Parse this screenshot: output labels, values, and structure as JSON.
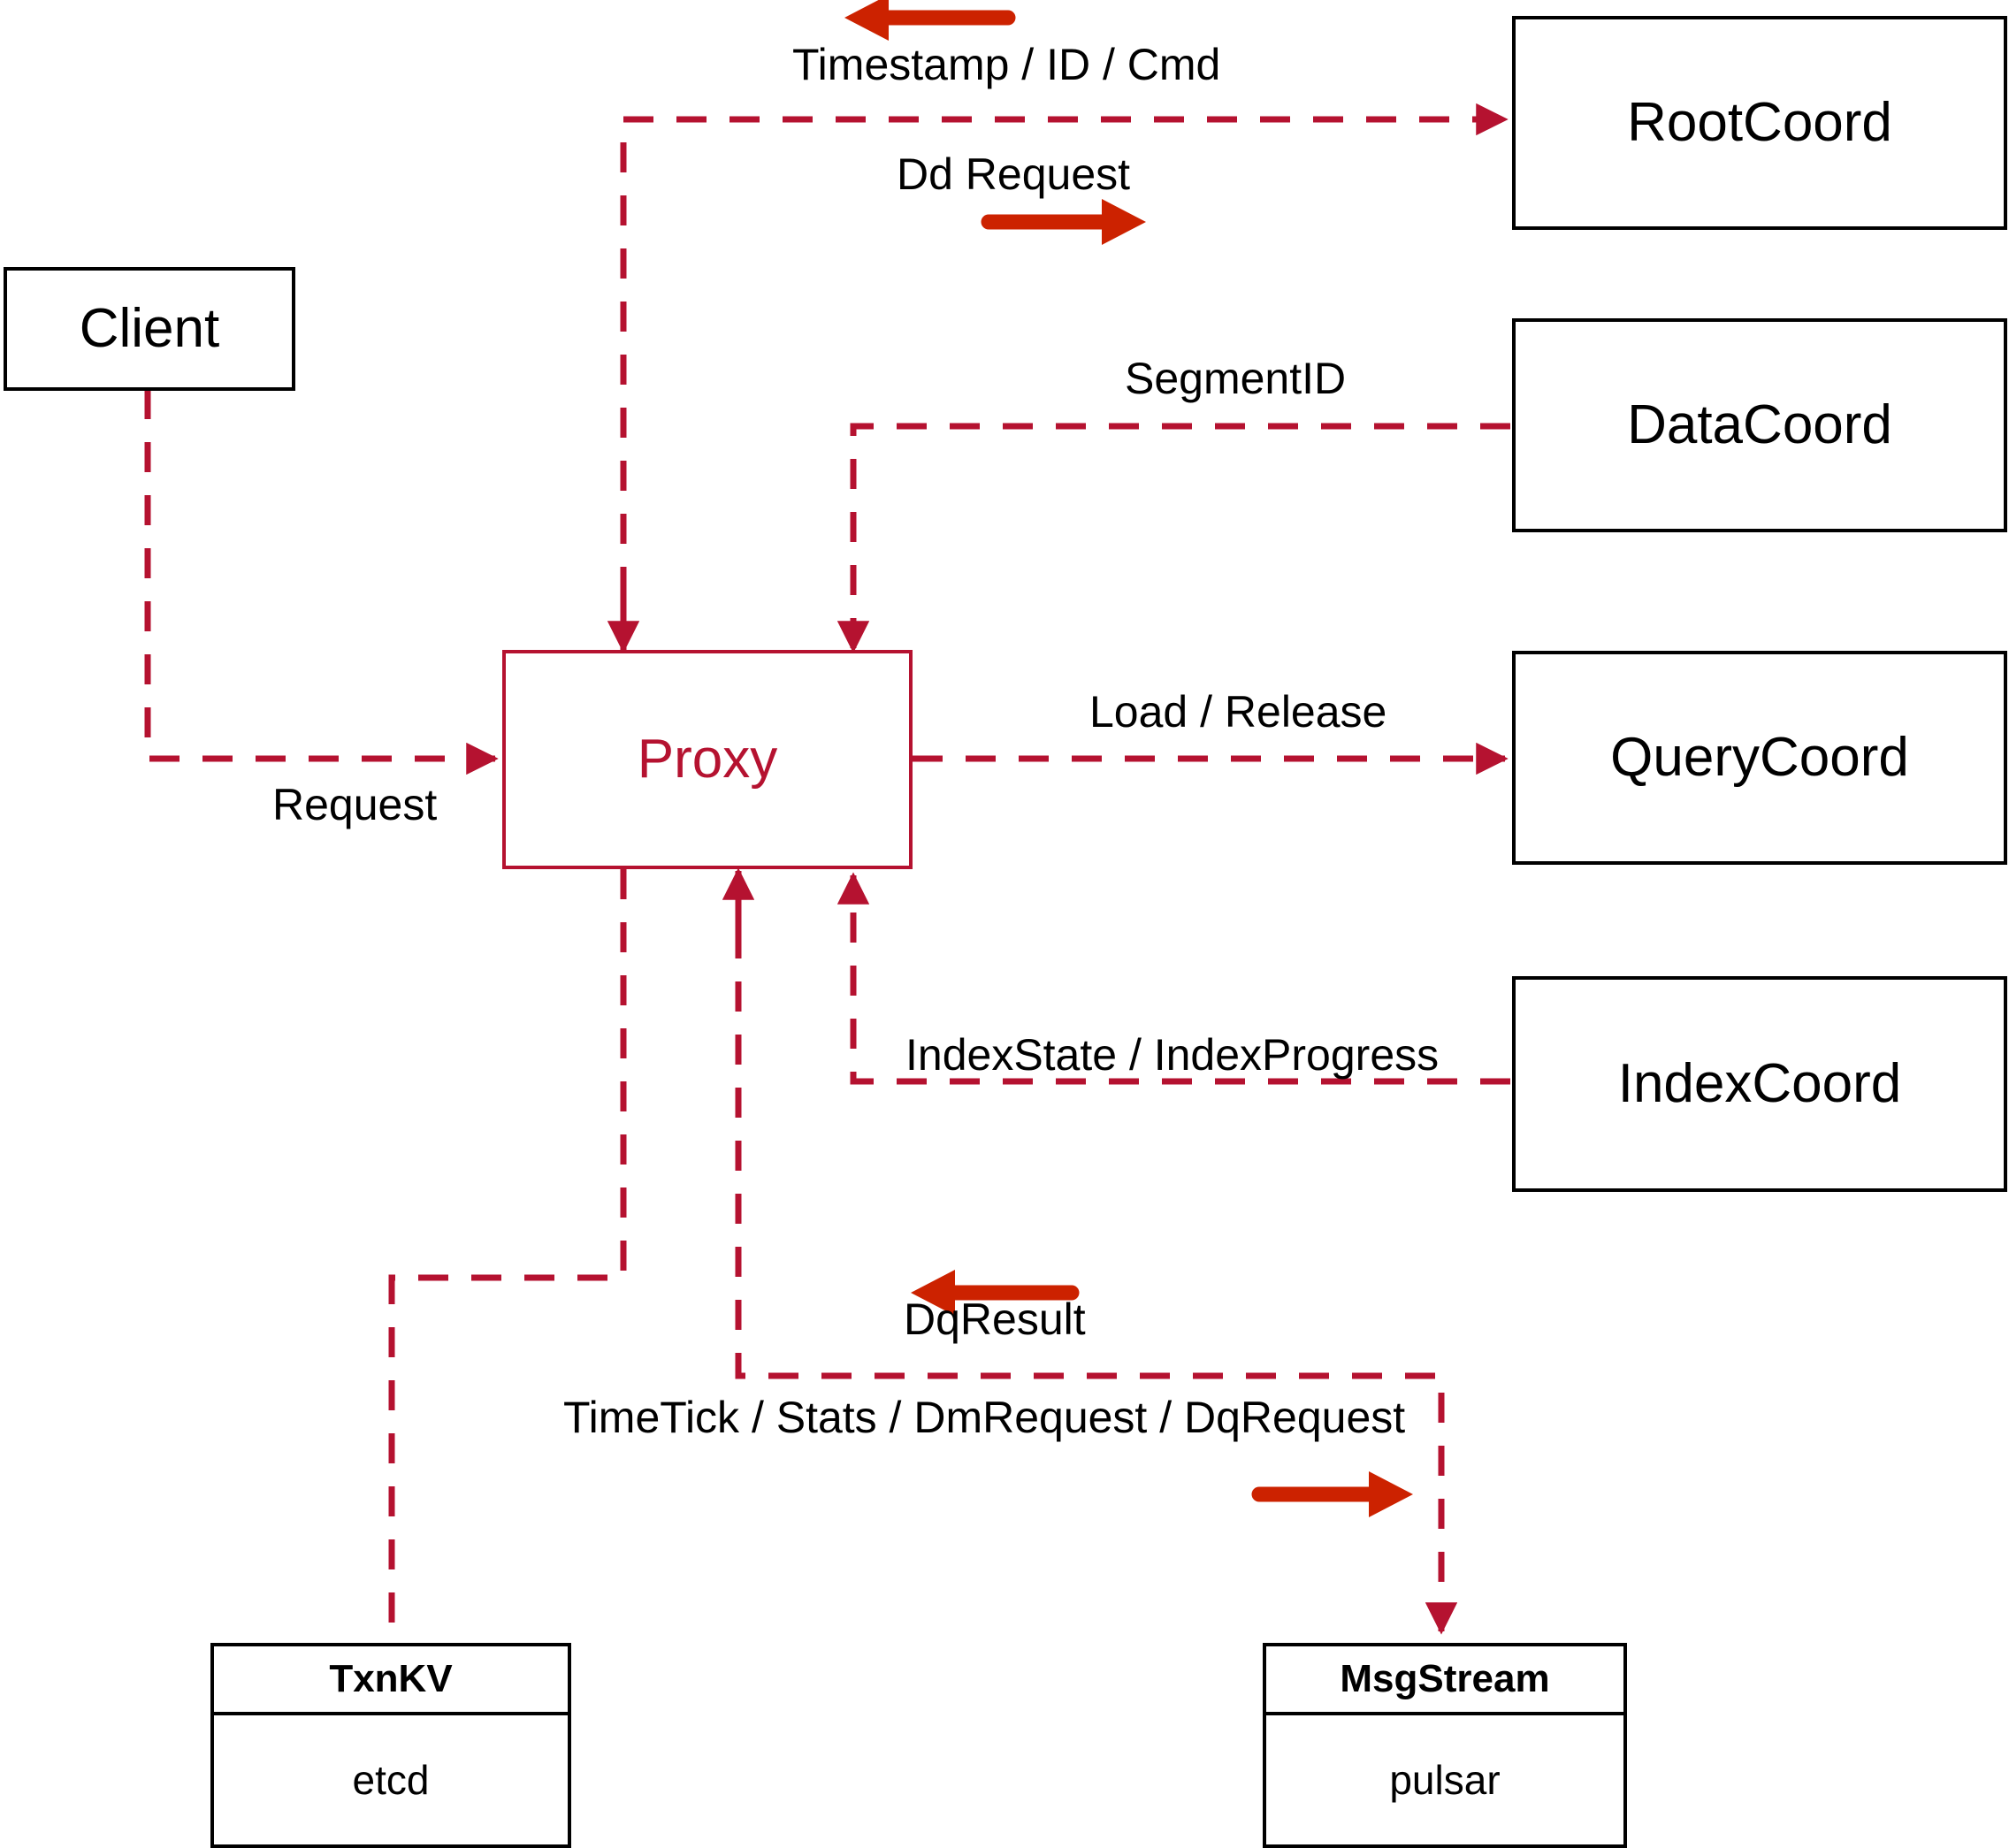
{
  "diagram": {
    "title": "Milvus Proxy interaction diagram",
    "colors": {
      "accent_dashed": "#b51230",
      "accent_arrow": "#cc2200",
      "node_border": "#000000",
      "background": "#ffffff"
    },
    "nodes": [
      {
        "id": "client",
        "label": "Client",
        "style": "plain"
      },
      {
        "id": "proxy",
        "label": "Proxy",
        "style": "accent"
      },
      {
        "id": "rootcoord",
        "label": "RootCoord",
        "style": "plain"
      },
      {
        "id": "datacoord",
        "label": "DataCoord",
        "style": "plain"
      },
      {
        "id": "querycoord",
        "label": "QueryCoord",
        "style": "plain"
      },
      {
        "id": "indexcoord",
        "label": "IndexCoord",
        "style": "plain"
      }
    ],
    "store_nodes": [
      {
        "id": "txnkv",
        "title": "TxnKV",
        "impl": "etcd"
      },
      {
        "id": "msgstream",
        "title": "MsgStream",
        "impl": "pulsar"
      }
    ],
    "edge_labels": [
      {
        "id": "timestamp-id-cmd",
        "text": "Timestamp / ID / Cmd",
        "direction": "left"
      },
      {
        "id": "dd-request",
        "text": "Dd Request",
        "direction": "right"
      },
      {
        "id": "segment-id",
        "text": "SegmentID",
        "direction": "left"
      },
      {
        "id": "load-release",
        "text": "Load / Release",
        "direction": "right"
      },
      {
        "id": "index-state",
        "text": "IndexState / IndexProgress",
        "direction": "left"
      },
      {
        "id": "request",
        "text": "Request",
        "direction": "right"
      },
      {
        "id": "dq-result",
        "text": "DqResult",
        "direction": "left"
      },
      {
        "id": "timetick-stats",
        "text": "TimeTick / Stats / DmRequest / DqRequest",
        "direction": "right"
      }
    ]
  }
}
